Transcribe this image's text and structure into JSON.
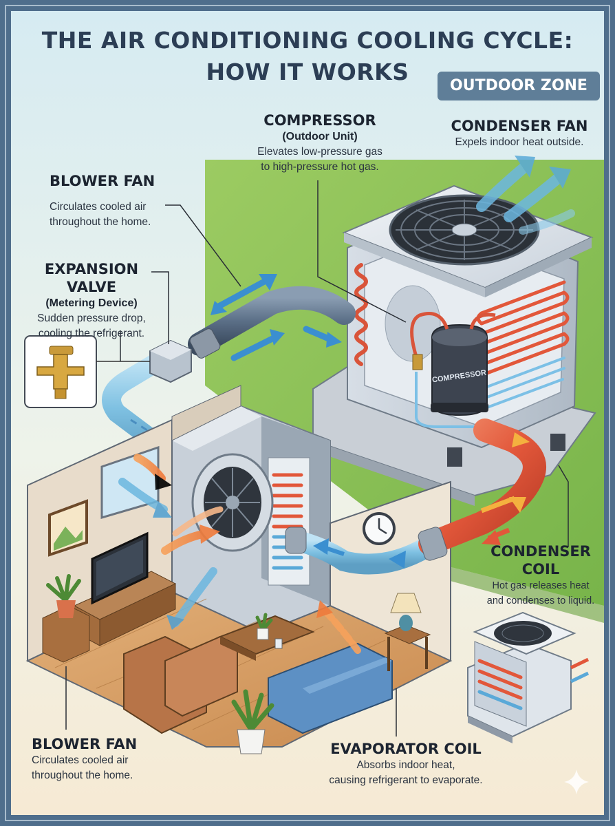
{
  "title": {
    "line1": "THE AIR CONDITIONING COOLING CYCLE:",
    "line2": "HOW IT WORKS"
  },
  "zone_badge": "OUTDOOR ZONE",
  "labels": {
    "compressor": {
      "heading": "COMPRESSOR",
      "subheading": "(Outdoor Unit)",
      "desc_line1": "Elevates low-pressure gas",
      "desc_line2": "to high-pressure hot gas."
    },
    "condenser_fan": {
      "heading": "CONDENSER FAN",
      "desc_line1": "Expels indoor heat outside."
    },
    "blower_fan_top": {
      "heading": "BLOWER FAN",
      "desc_line1": "Circulates cooled air",
      "desc_line2": "throughout the home."
    },
    "expansion_valve": {
      "heading": "EXPANSION VALVE",
      "subheading": "(Metering Device)",
      "desc_line1": "Sudden pressure drop,",
      "desc_line2": "cooling the refrigerant."
    },
    "condenser_coil": {
      "heading_line1": "CONDENSER",
      "heading_line2": "COIL",
      "desc_line1": "Hot gas releases heat",
      "desc_line2": "and condenses to liquid."
    },
    "blower_fan_bottom": {
      "heading": "BLOWER FAN",
      "desc_line1": "Circulates cooled air",
      "desc_line2": "throughout the home."
    },
    "evaporator_coil": {
      "heading": "EVAPORATOR COIL",
      "desc_line1": "Absorbs indoor heat,",
      "desc_line2": "causing refrigerant to evaporate."
    }
  },
  "compressor_tank_text": "COMPRESSOR",
  "colors": {
    "frame": "#4f6e8c",
    "sky": "#dcecf2",
    "lawn": "#8fc35a",
    "hot_line": "#e2573a",
    "cold_line": "#8ecbe9",
    "title": "#2c3e55"
  },
  "icons": [
    "expansion-valve-icon",
    "outdoor-unit-icon",
    "blower-wheel-icon",
    "wall-clock-icon",
    "tv-icon",
    "sofa-icon",
    "plant-icon",
    "lamp-icon",
    "sparkle-icon"
  ]
}
